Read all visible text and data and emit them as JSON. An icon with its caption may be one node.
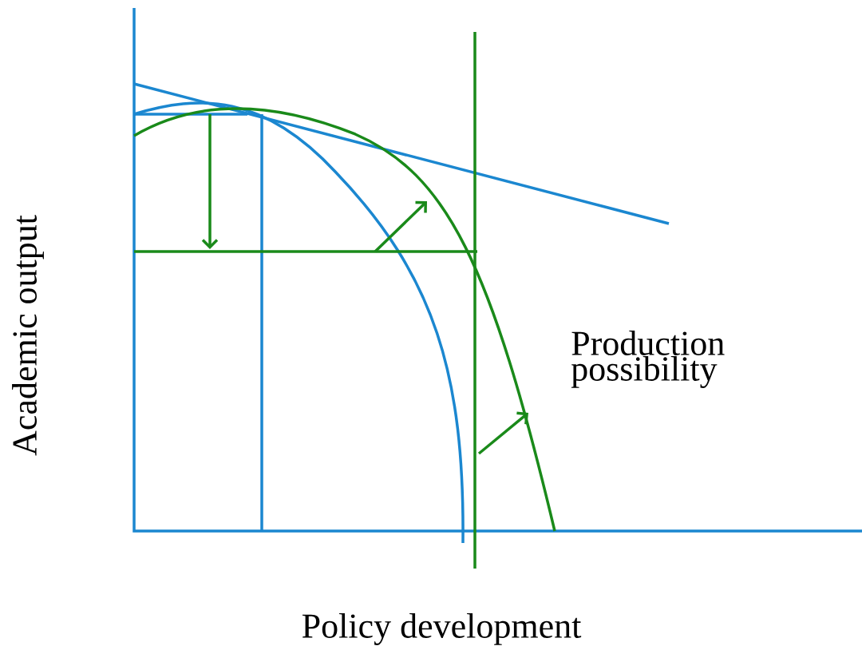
{
  "diagram": {
    "labels": [
      "Production possibility",
      "Academic output",
      "Policy development"
    ]
  }
}
